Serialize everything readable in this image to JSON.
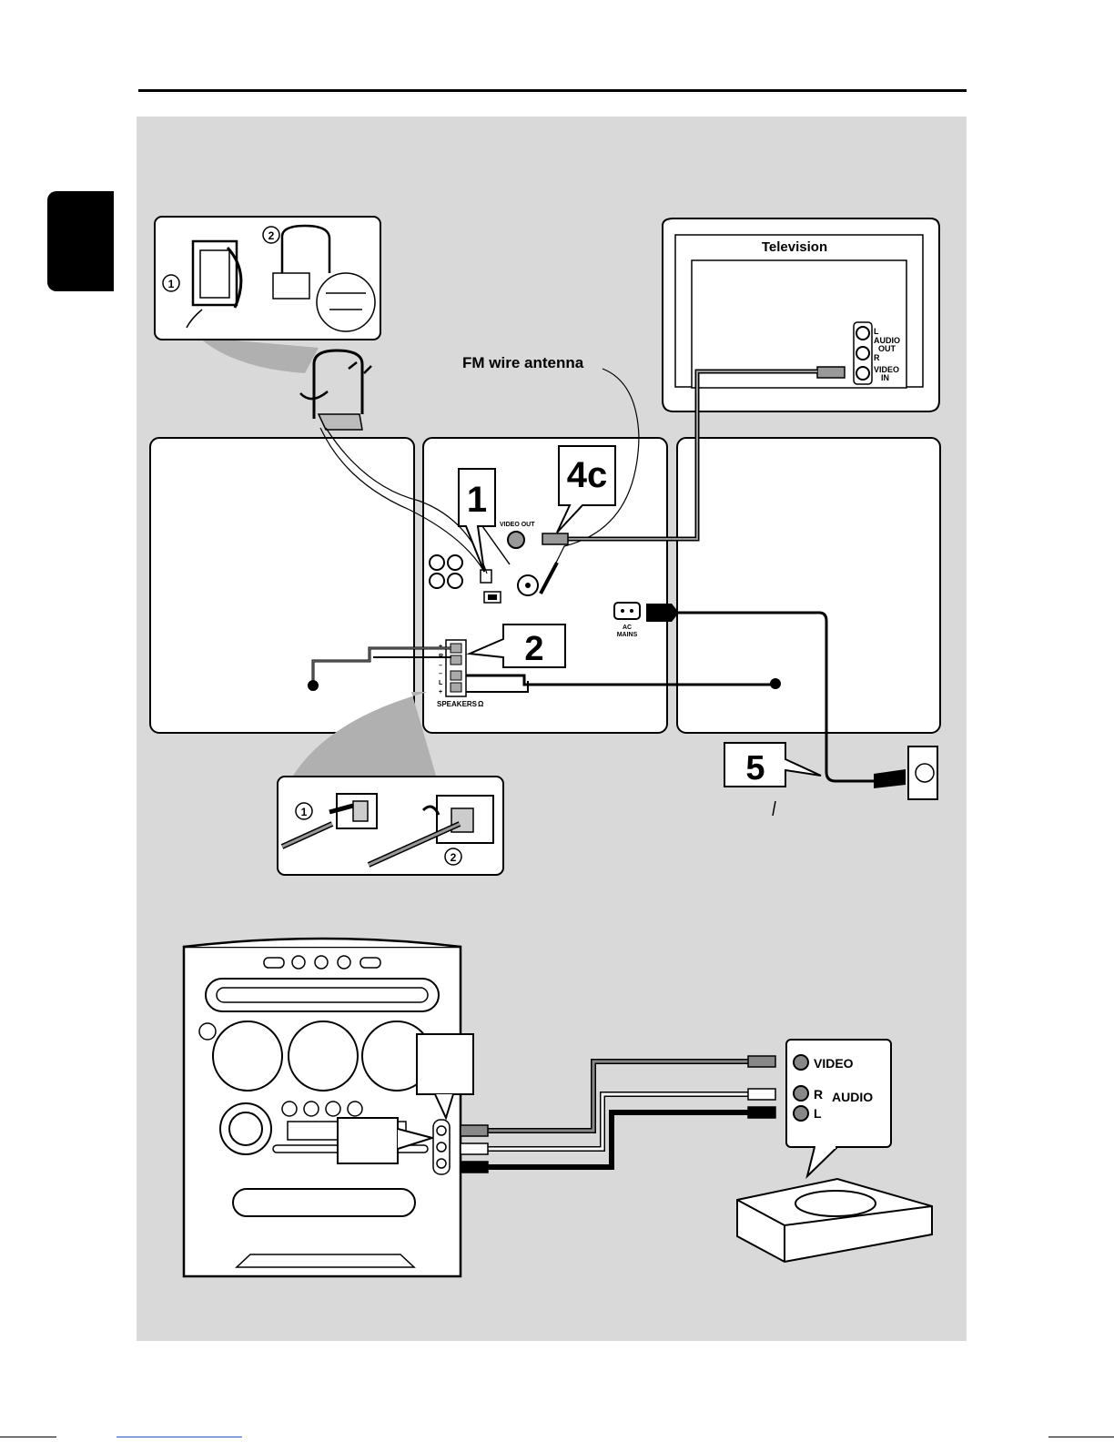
{
  "labels": {
    "television": "Television",
    "audio_out": "AUDIO",
    "audio_out2": "OUT",
    "tv_l": "L",
    "tv_r": "R",
    "video_in": "VIDEO",
    "video_in2": "IN",
    "fm_antenna": "FM wire antenna",
    "video_out": "VIDEO OUT",
    "ac_mains": "AC",
    "ac_mains2": "MAINS",
    "speakers": "SPEAKERS",
    "ohm": "Ω",
    "step_1": "1",
    "step_2": "2",
    "step_4c": "4c",
    "step_5": "5",
    "sp_plus_top": "+",
    "sp_r": "R",
    "sp_minus_top": "–",
    "sp_minus_bot": "–",
    "sp_l": "L",
    "sp_plus_bot": "+",
    "inset_n1": "1",
    "inset_n2": "2",
    "wire_n1": "1",
    "wire_n2": "2",
    "ext_video": "VIDEO",
    "ext_r": "R",
    "ext_audio": "AUDIO",
    "ext_l": "L"
  },
  "colors": {
    "panel": "#d9d9d9",
    "ink": "#000000",
    "white": "#ffffff",
    "cable_grey": "#888888"
  }
}
